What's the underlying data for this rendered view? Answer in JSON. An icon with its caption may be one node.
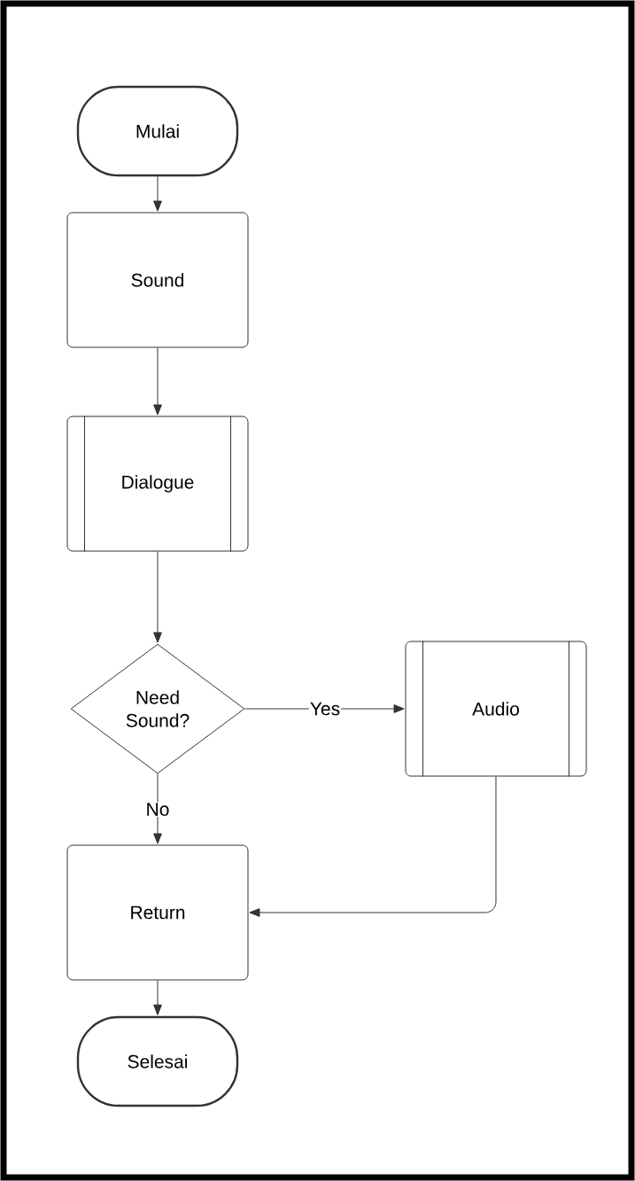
{
  "diagram": {
    "nodes": [
      {
        "text": [
          "Mulai"
        ]
      },
      {
        "text": [
          "Sound"
        ]
      },
      {
        "text": [
          "Dialogue"
        ]
      },
      {
        "text": [
          "Need Sound?"
        ]
      },
      {
        "text": [
          "Audio"
        ]
      },
      {
        "text": [
          "Return"
        ]
      },
      {
        "text": [
          "Selesai"
        ]
      }
    ],
    "edges": [
      {
        "from": 0,
        "to": 1,
        "arrow": "to"
      },
      {
        "from": 1,
        "to": 2,
        "arrow": "to"
      },
      {
        "from": 2,
        "to": 3,
        "arrow": "to"
      },
      {
        "from": 3,
        "to": 4,
        "arrow": "to",
        "label": "Yes"
      },
      {
        "from": 3,
        "to": 5,
        "arrow": "to",
        "label": "No"
      },
      {
        "from": 4,
        "to": 5,
        "arrow": "to"
      },
      {
        "from": 5,
        "to": 6,
        "arrow": "to"
      }
    ]
  }
}
